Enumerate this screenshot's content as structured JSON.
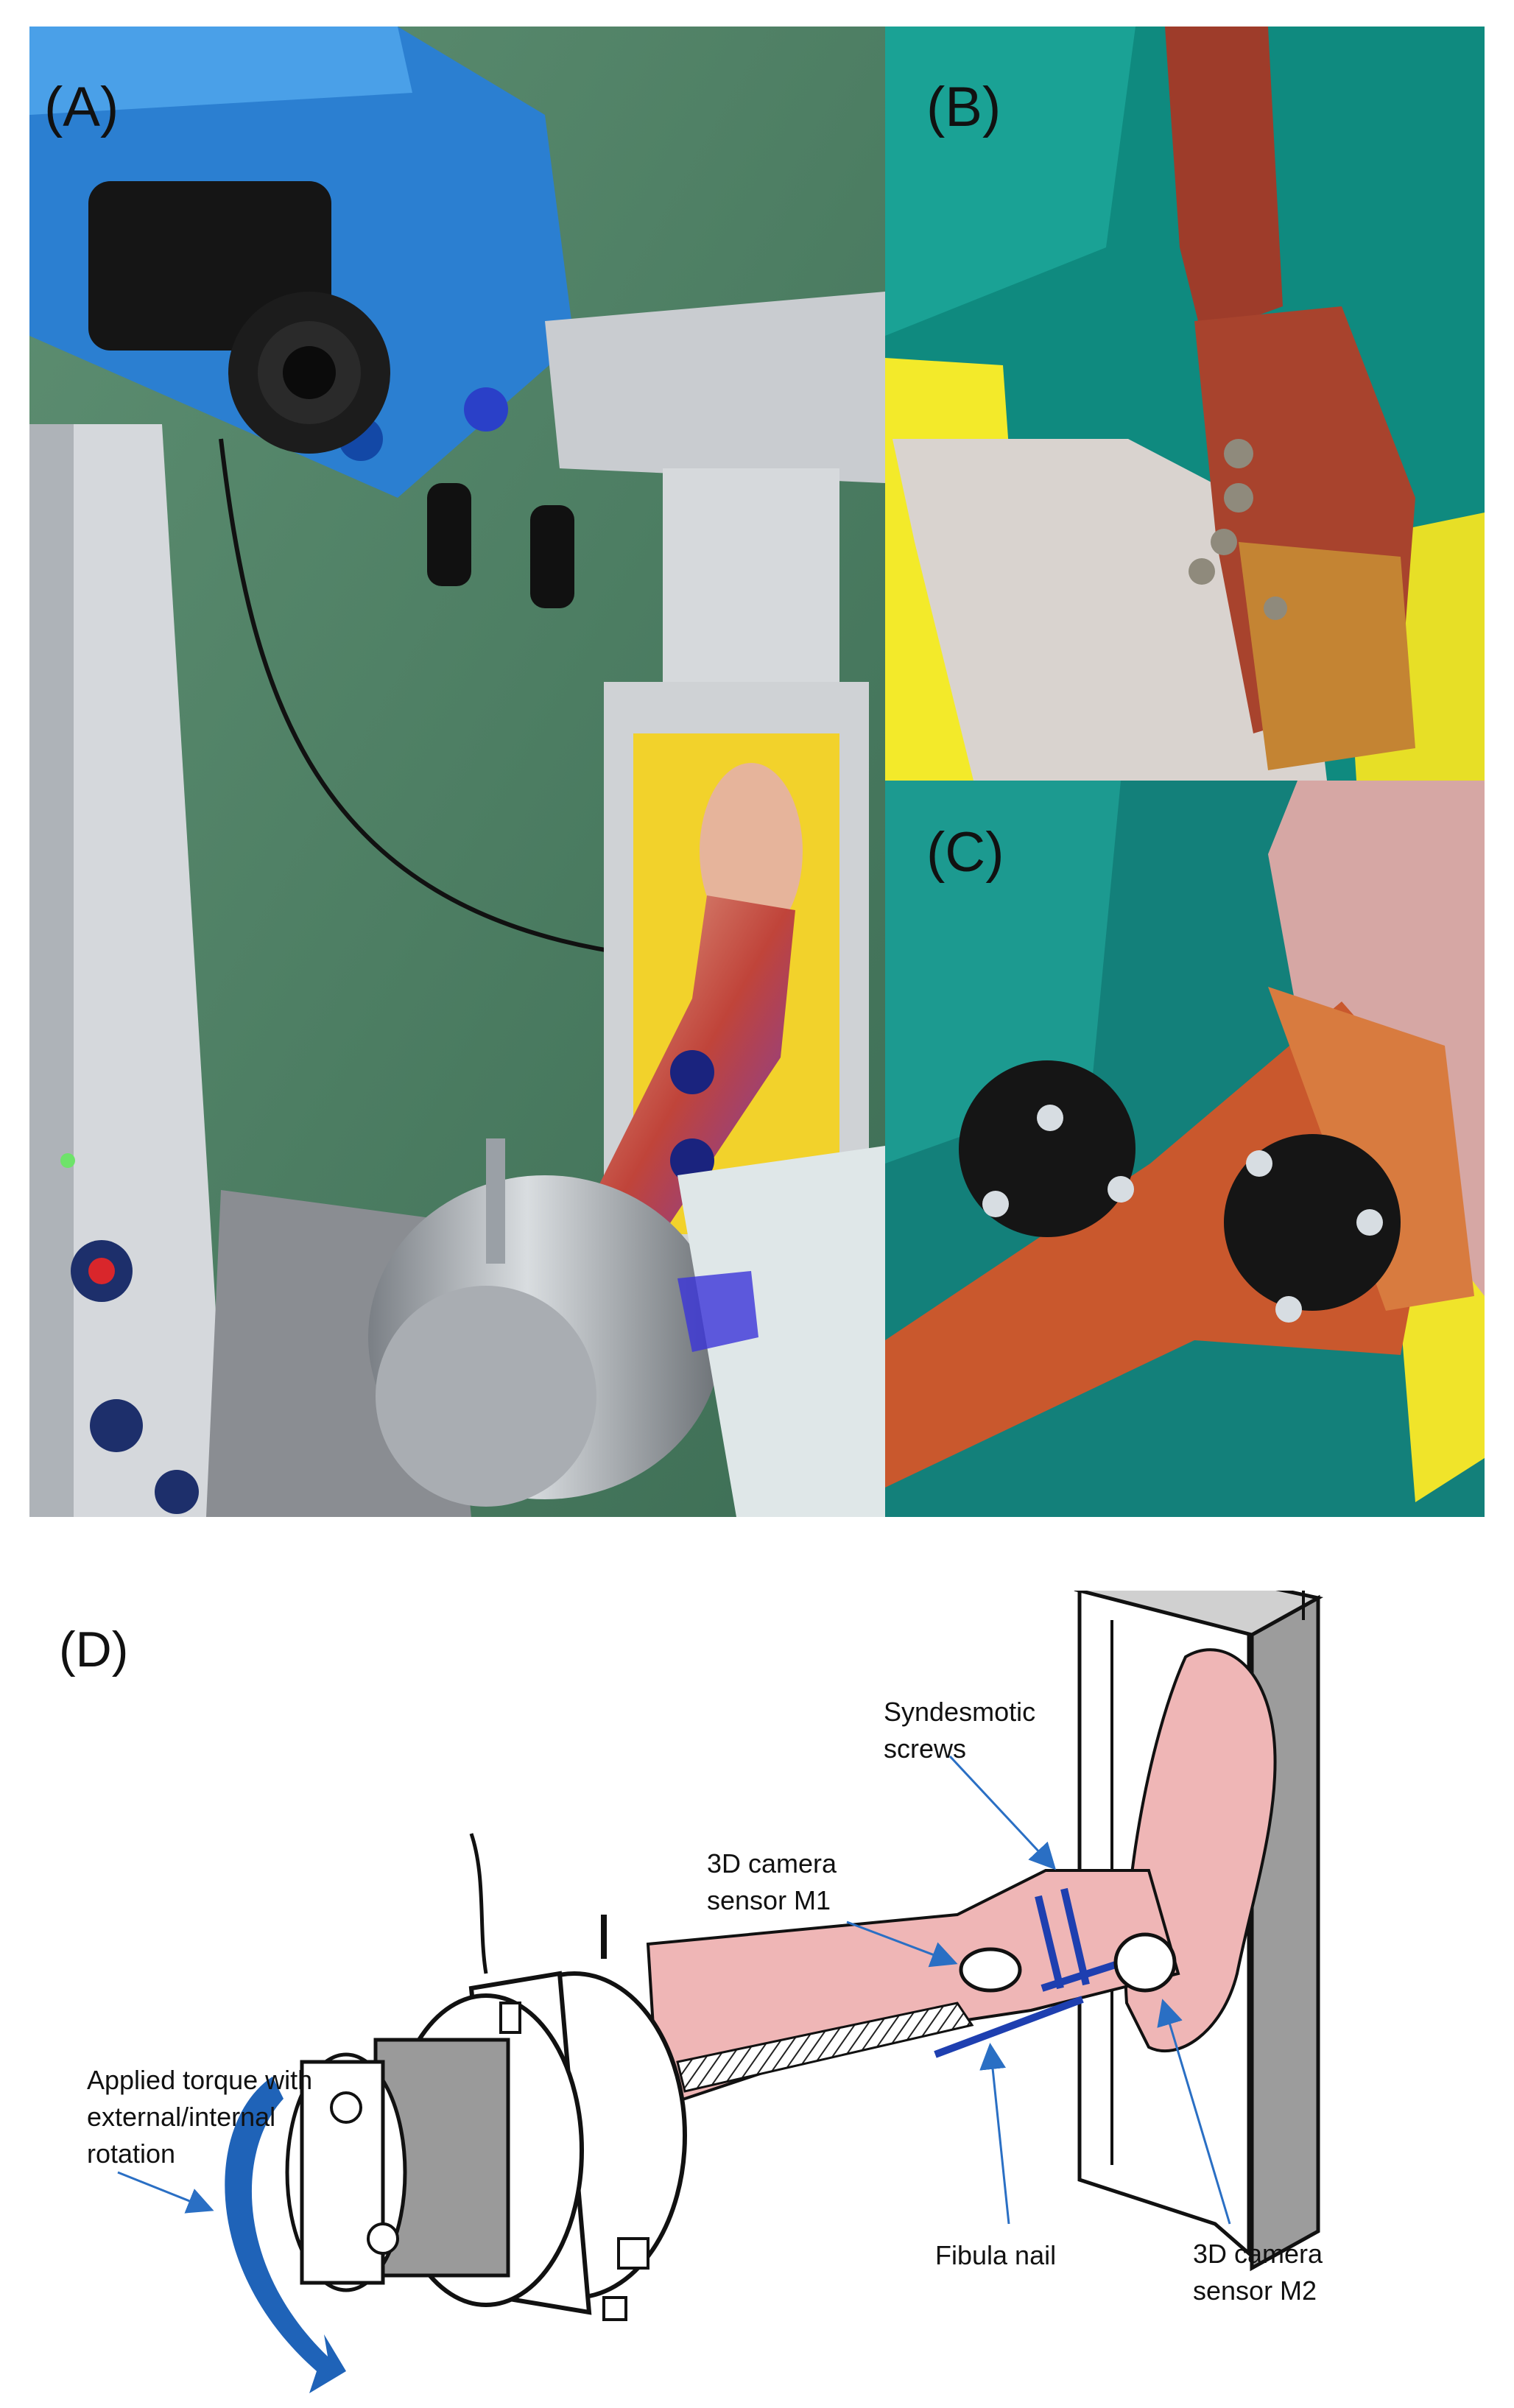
{
  "figure": {
    "panel_a": {
      "label": "(A)"
    },
    "panel_b": {
      "label": "(B)"
    },
    "panel_c": {
      "label": "(C)"
    },
    "panel_d": {
      "label": "(D)",
      "annotations": {
        "syndesmotic": "Syndesmotic\nscrews",
        "sensor_m1": "3D camera\nsensor M1",
        "torque": "Applied torque with\nexternal/internal\nrotation",
        "fibula_nail": "Fibula nail",
        "sensor_m2": "3D camera\nsensor M2"
      },
      "colors": {
        "annotation_arrow": "#2a6fc4",
        "torque_arrow": "#1f63b8",
        "implant": "#1e3fb0",
        "tissue": "#efb6b6"
      }
    }
  }
}
